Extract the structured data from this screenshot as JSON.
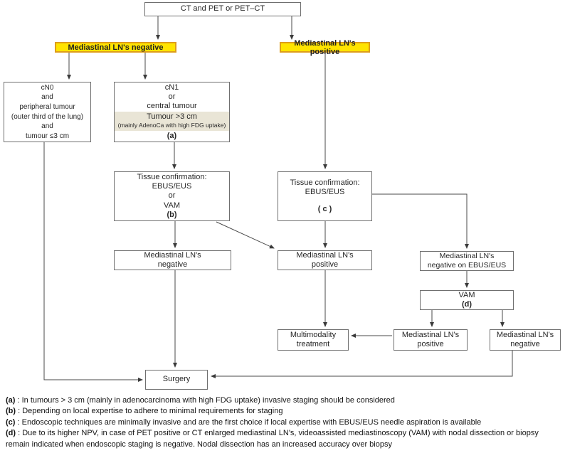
{
  "flowchart": {
    "top": {
      "label": "CT and PET or PET–CT"
    },
    "branch_negative": {
      "label": "Mediastinal LN's negative"
    },
    "branch_positive": {
      "label": "Mediastinal LN's positive"
    },
    "cn0": {
      "lines": [
        "cN0",
        "and",
        "peripheral tumour",
        "(outer third of the lung)",
        "and",
        "tumour ≤3 cm"
      ]
    },
    "cn1": {
      "line1": "cN1",
      "line2": "or",
      "line3": "central tumour",
      "highlight1": "Tumour >3 cm",
      "highlight2": "(mainly AdenoCa with high FDG uptake)",
      "ref": "(a)"
    },
    "tissue_b": {
      "line1": "Tissue confirmation:",
      "line2": "EBUS/EUS",
      "line3": "or",
      "line4": "VAM",
      "ref": "(b)"
    },
    "tissue_c": {
      "line1": "Tissue confirmation:",
      "line2": "EBUS/EUS",
      "ref": "( c )"
    },
    "mid_negative": {
      "line1": "Mediastinal LN's",
      "line2": "negative"
    },
    "mid_positive": {
      "line1": "Mediastinal LN's",
      "line2": "positive"
    },
    "neg_ebus": {
      "line1": "Mediastinal LN's",
      "line2": "negative on EBUS/EUS"
    },
    "vam": {
      "line1": "VAM",
      "ref": "(d)"
    },
    "multimodality": {
      "line1": "Multimodality",
      "line2": "treatment"
    },
    "bottom_positive": {
      "line1": "Mediastinal LN's",
      "line2": "positive"
    },
    "bottom_negative": {
      "line1": "Mediastinal LN's",
      "line2": "negative"
    },
    "surgery": {
      "label": "Surgery"
    },
    "colors": {
      "highlight_yellow": "#ffe400",
      "yellow_border": "#dd9d1b",
      "beige_band": "#e9e5d6",
      "line": "#4a4a4a",
      "box_border": "#6f6f6f"
    },
    "footnotes": [
      {
        "label": "(a)",
        "text": " : In tumours > 3 cm (mainly in adenocarcinoma with high FDG uptake) invasive staging should be considered"
      },
      {
        "label": "(b)",
        "text": " : Depending on local expertise to adhere to minimal requirements for staging"
      },
      {
        "label": "(c)",
        "text": " : Endoscopic techniques are minimally invasive and are the first choice if local expertise with EBUS/EUS needle aspiration is available"
      },
      {
        "label": "(d)",
        "text": " : Due to its higher NPV, in case of PET positive or CT enlarged mediastinal LN's, videoassisted mediastinoscopy (VAM) with nodal dissection or biopsy remain indicated when endoscopic staging is negative. Nodal dissection has an increased accuracy over biopsy"
      }
    ]
  }
}
